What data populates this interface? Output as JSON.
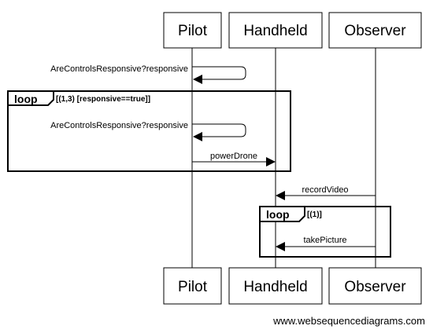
{
  "participants": [
    {
      "id": "pilot",
      "label": "Pilot"
    },
    {
      "id": "handheld",
      "label": "Handheld"
    },
    {
      "id": "observer",
      "label": "Observer"
    }
  ],
  "messages": [
    {
      "from": "pilot",
      "to": "pilot",
      "label": "AreControlsResponsive?responsive"
    },
    {
      "from": "pilot",
      "to": "pilot",
      "label": "AreControlsResponsive?responsive"
    },
    {
      "from": "pilot",
      "to": "handheld",
      "label": "powerDrone"
    },
    {
      "from": "observer",
      "to": "handheld",
      "label": "recordVideo"
    },
    {
      "from": "observer",
      "to": "handheld",
      "label": "takePicture"
    }
  ],
  "loops": [
    {
      "keyword": "loop",
      "condition": "[(1,3) [responsive==true]]"
    },
    {
      "keyword": "loop",
      "condition": "[(1)]"
    }
  ],
  "watermark": "www.websequencediagrams.com"
}
